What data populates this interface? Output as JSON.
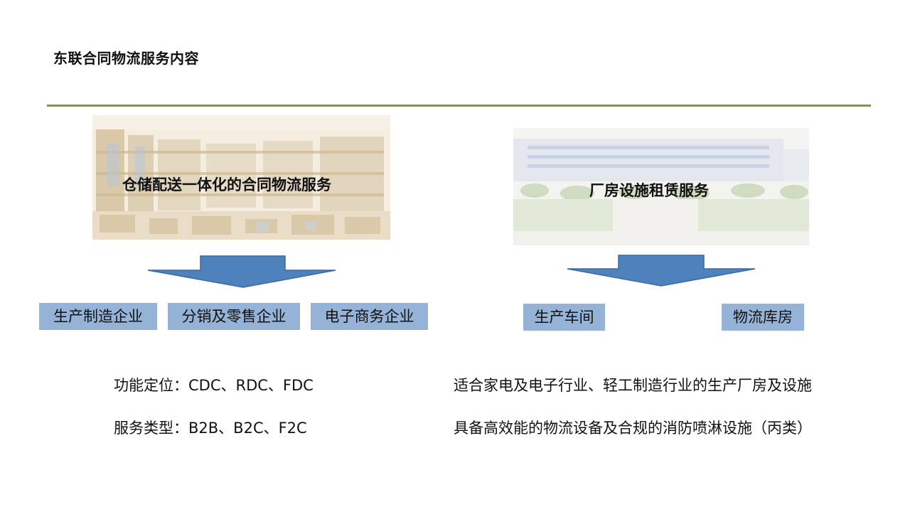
{
  "title": "东联合同物流服务内容",
  "colors": {
    "rule": "#7f9a3f",
    "arrow": "#4f81bd",
    "tag_bg": "#95b3d7"
  },
  "left_panel": {
    "caption": "仓储配送一体化的合同物流服务",
    "tags": [
      "生产制造企业",
      "分销及零售企业",
      "电子商务企业"
    ],
    "descriptions": [
      "功能定位：CDC、RDC、FDC",
      "服务类型：B2B、B2C、F2C"
    ]
  },
  "right_panel": {
    "caption": "厂房设施租赁服务",
    "tags": [
      "生产车间",
      "物流库房"
    ],
    "descriptions": [
      "适合家电及电子行业、轻工制造行业的生产厂房及设施",
      "具备高效能的物流设备及合规的消防喷淋设施（丙类）"
    ]
  }
}
